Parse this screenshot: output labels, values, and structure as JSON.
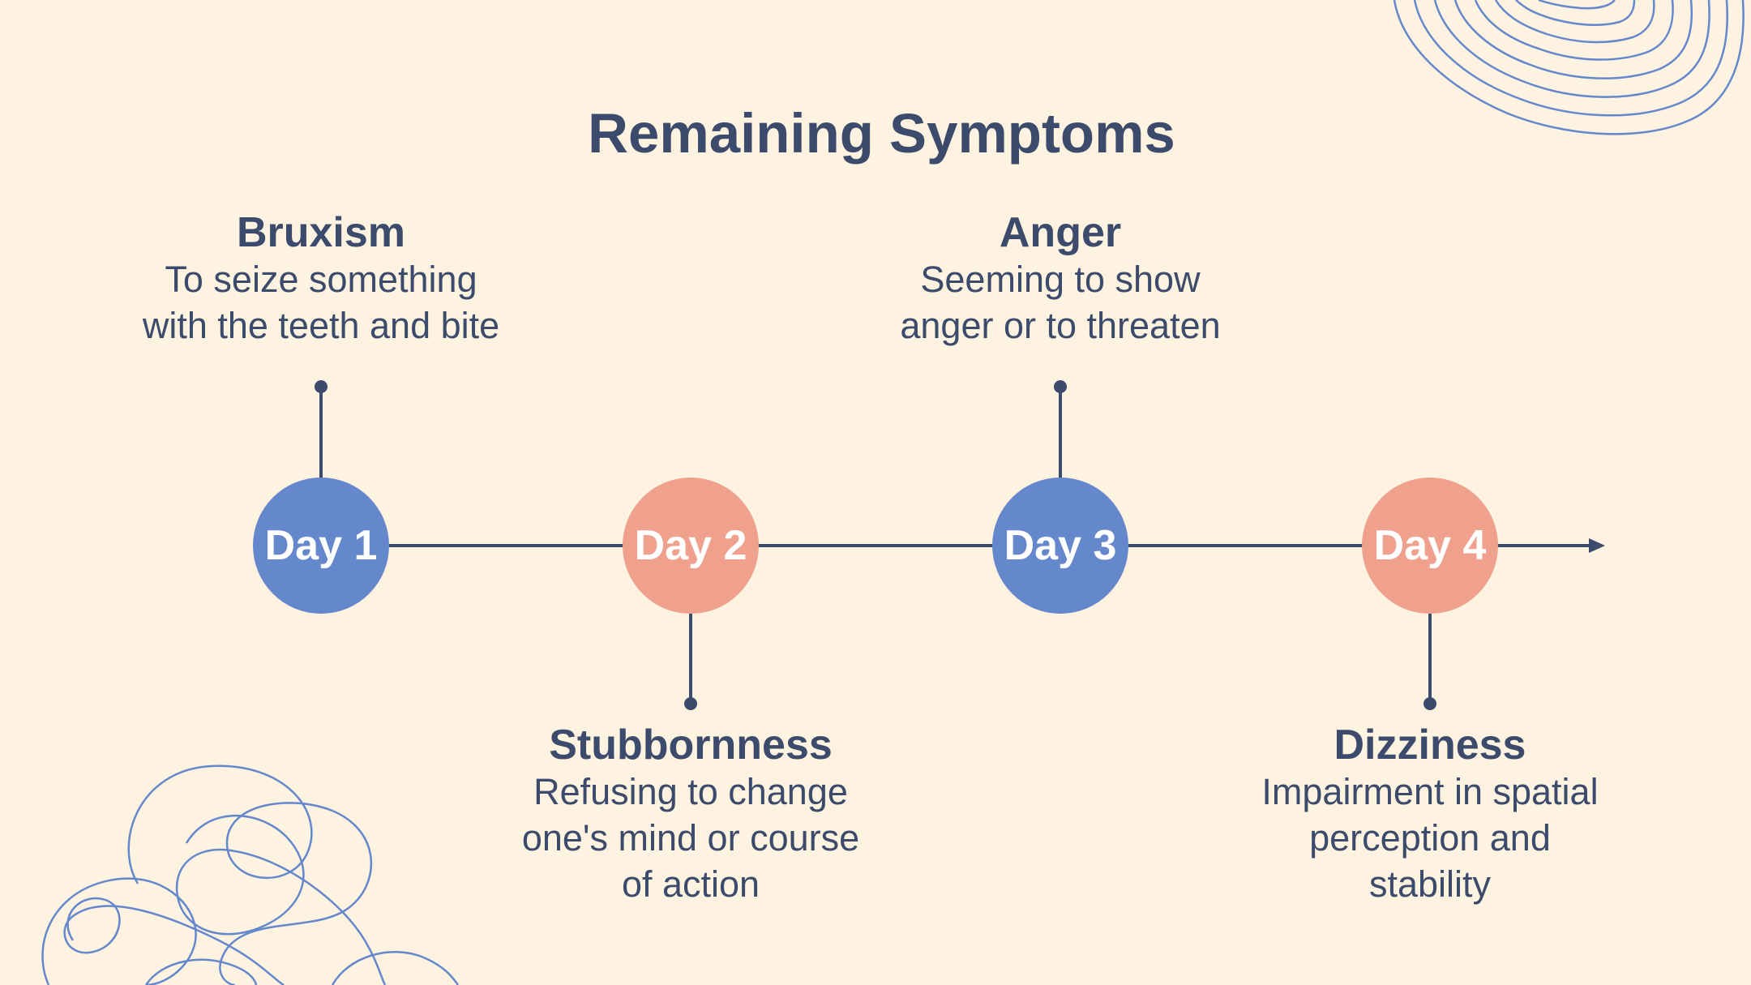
{
  "title": "Remaining Symptoms",
  "colors": {
    "background": "#FEF2E0",
    "text": "#3C4A6B",
    "blue": "#6587CC",
    "salmon": "#F0A18E",
    "line": "#3C4A6B"
  },
  "days": [
    {
      "label": "Day 1",
      "color": "#6587CC",
      "title": "Bruxism",
      "description": "To seize something with the teeth and bite",
      "position": "above"
    },
    {
      "label": "Day 2",
      "color": "#F0A18E",
      "title": "Stubbornness",
      "description": "Refusing to change one's mind or course of action",
      "position": "below"
    },
    {
      "label": "Day 3",
      "color": "#6587CC",
      "title": "Anger",
      "description": "Seeming to show anger or to threaten",
      "position": "above"
    },
    {
      "label": "Day 4",
      "color": "#F0A18E",
      "title": "Dizziness",
      "description": "Impairment in spatial perception and stability",
      "position": "below"
    }
  ]
}
